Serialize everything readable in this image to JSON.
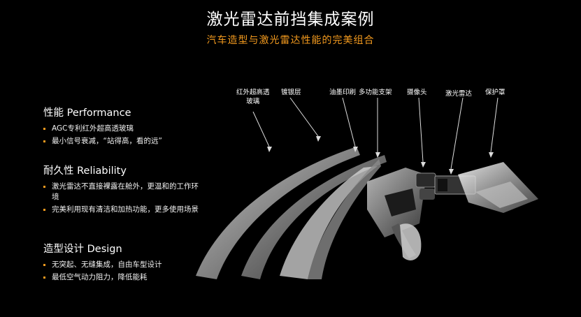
{
  "header": {
    "title": "激光雷达前挡集成案例",
    "subtitle": "汽车造型与激光雷达性能的完美组合"
  },
  "sections": [
    {
      "heading": "性能 Performance",
      "bullets": [
        "AGC专利红外超高透玻璃",
        "最小信号衰减，“站得高，看的远”"
      ]
    },
    {
      "heading": "耐久性 Reliability",
      "bullets": [
        "激光雷达不直接裸露在舱外，更温和的工作环境",
        "完美利用现有清洁和加热功能，更多使用场景"
      ]
    },
    {
      "heading": "造型设计 Design",
      "bullets": [
        "无突起、无缝集成，自由车型设计",
        "最低空气动力阻力，降低能耗"
      ]
    }
  ],
  "diagram": {
    "labels": {
      "ir_glass_line1": "红外超高透",
      "ir_glass_line2": "玻璃",
      "silver_coating": "镀银层",
      "ink_print": "油墨印刷",
      "bracket": "多功能支架",
      "camera": "摄像头",
      "lidar": "激光雷达",
      "cover": "保护罩"
    }
  },
  "colors": {
    "accent": "#f39a1e",
    "background": "#000000"
  }
}
